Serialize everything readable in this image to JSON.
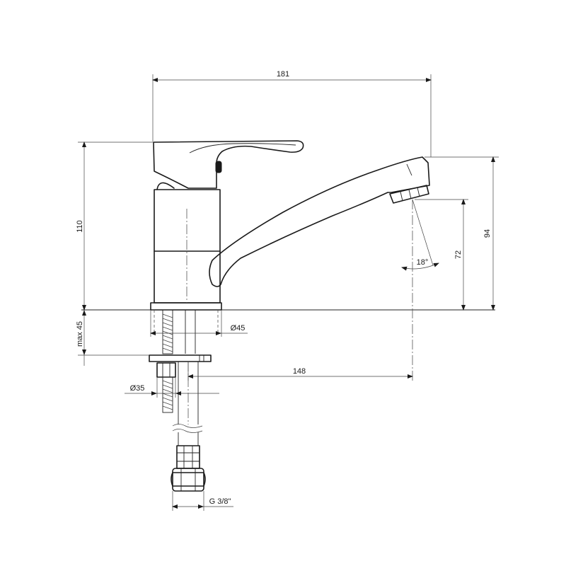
{
  "dimensions": {
    "overall_width": "181",
    "total_height": "110",
    "spout_outlet_height": "94",
    "outlet_clearance": "72",
    "spout_angle": "18°",
    "body_diameter": "Ø45",
    "max_counter_thickness": "max 45",
    "spout_reach": "148",
    "mounting_diameter": "Ø35",
    "connection_thread": "G 3/8\""
  }
}
